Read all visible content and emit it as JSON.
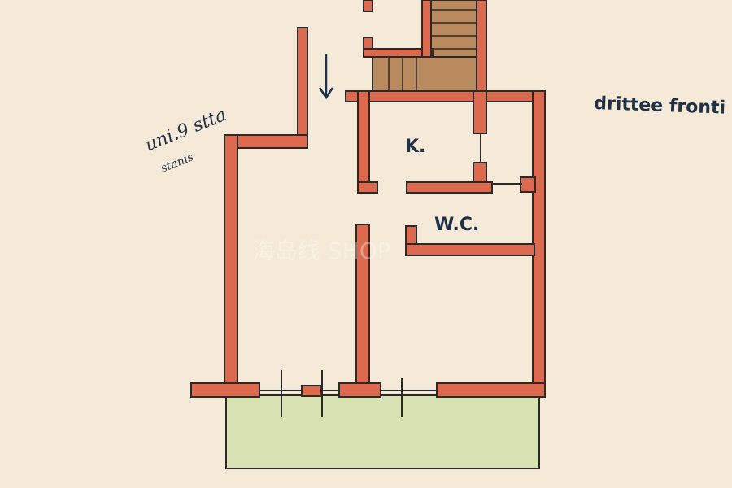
{
  "rooms": {
    "kitchen_label": "K.",
    "wc_label": "W.C."
  },
  "annotations": {
    "handwritten_line1": "uni.9 stta",
    "handwritten_line2": "stanis",
    "side_text": "drittee fronti",
    "watermark": "海岛线 SHOP"
  },
  "colors": {
    "background": "#f5ead8",
    "wall": "#dd6a4e",
    "wall_outline": "#2a2a2a",
    "stairs": "#b98a5e",
    "garden": "#d9e2b2",
    "text": "#1f3147"
  },
  "icons": {
    "entry_arrow": "down-arrow-icon"
  }
}
